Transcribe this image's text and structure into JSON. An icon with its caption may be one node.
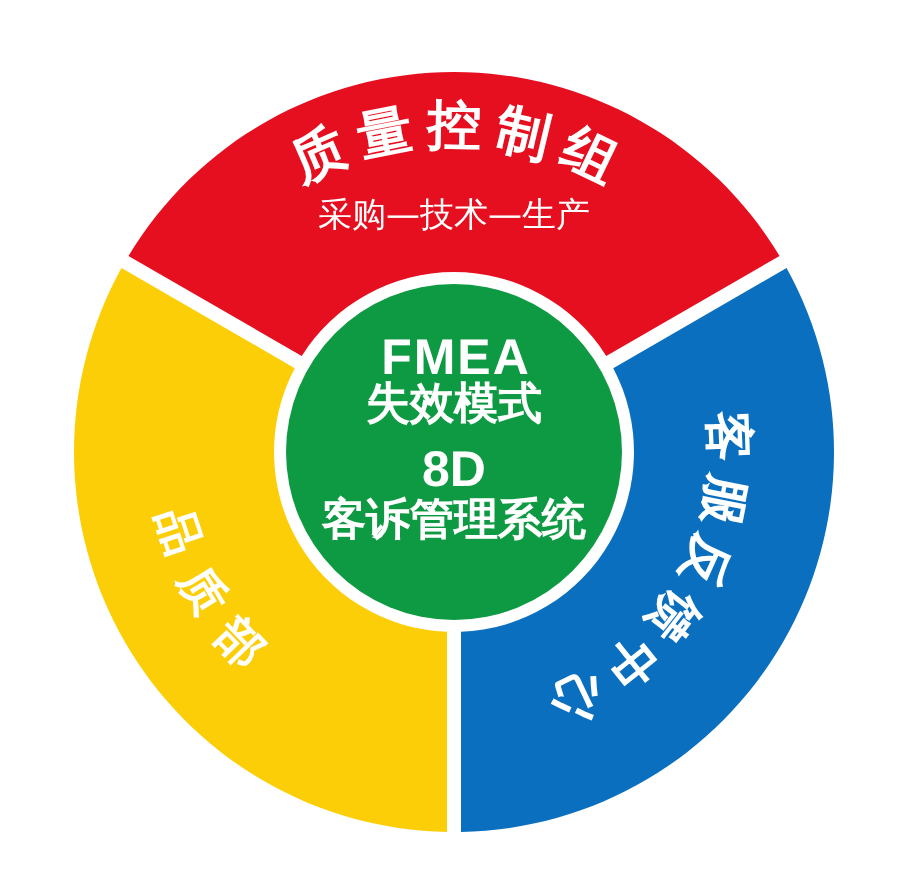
{
  "diagram": {
    "nodes": [
      {
        "text": [
          "质量控制组",
          "采购—技术—生产"
        ]
      },
      {
        "text": [
          "品质部"
        ]
      },
      {
        "text": [
          "FMEA",
          "失效模式",
          "8D",
          "客诉管理系统"
        ]
      },
      {
        "text": [
          "客服反馈中心"
        ]
      }
    ]
  }
}
